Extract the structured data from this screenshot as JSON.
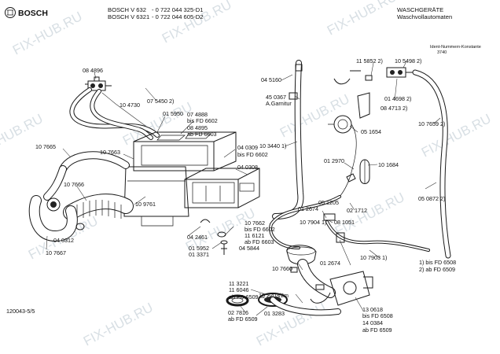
{
  "header": {
    "brand": "BOSCH",
    "models": [
      {
        "model": "BOSCH V 632",
        "number": "- 0 722 044 325-D1"
      },
      {
        "model": "BOSCH V 6321",
        "number": "- 0 722 044 605-D2"
      }
    ],
    "category": "WASCHGERÄTE",
    "subcategory": "Waschvollautomaten"
  },
  "ident": {
    "label": "Ident-Nummern-Konstante",
    "value": "3740"
  },
  "footer_code": "120043-5/5",
  "watermark": "FIX-HUB.RU",
  "footnotes": [
    "1) bis FD 6508",
    "2) ab FD 6509"
  ],
  "callouts": [
    "08 4896",
    "10 4730",
    "07 5450 2)",
    "01 5950",
    "07 4888",
    "bis FD 6602",
    "08 4895",
    "ab FD 6603",
    "10 7665",
    "10 7663",
    "10 7666",
    "04 0309",
    "bis FD 6602",
    "04 0308",
    "04 0312",
    "10 9761",
    "10 7667",
    "04 2461",
    "01 5952",
    "01 3371",
    "10 7662",
    "bis FD 6602",
    "11 6121",
    "ab FD 6603",
    "04 5844",
    "04 5160",
    "45 0367",
    "A.Garnitur",
    "10 3440 1)",
    "01 2970",
    "10 1684",
    "05 1205",
    "01 2674",
    "02 1712",
    "10 7904 1)",
    "08 1051",
    "10 7660",
    "01 2674",
    "10 7903 1)",
    "11 5852 2)",
    "10 5498 2)",
    "05 1654",
    "01 4698 2)",
    "08 4713 2)",
    "10 7659 2)",
    "05 0872 2)",
    "11 3221",
    "11 6046",
    "ab FD 6509",
    "10 2203/2m",
    "02 7816",
    "ab FD 6509",
    "01 3283",
    "13 0618",
    "bis FD 6508",
    "14 0384",
    "ab FD 6509"
  ]
}
